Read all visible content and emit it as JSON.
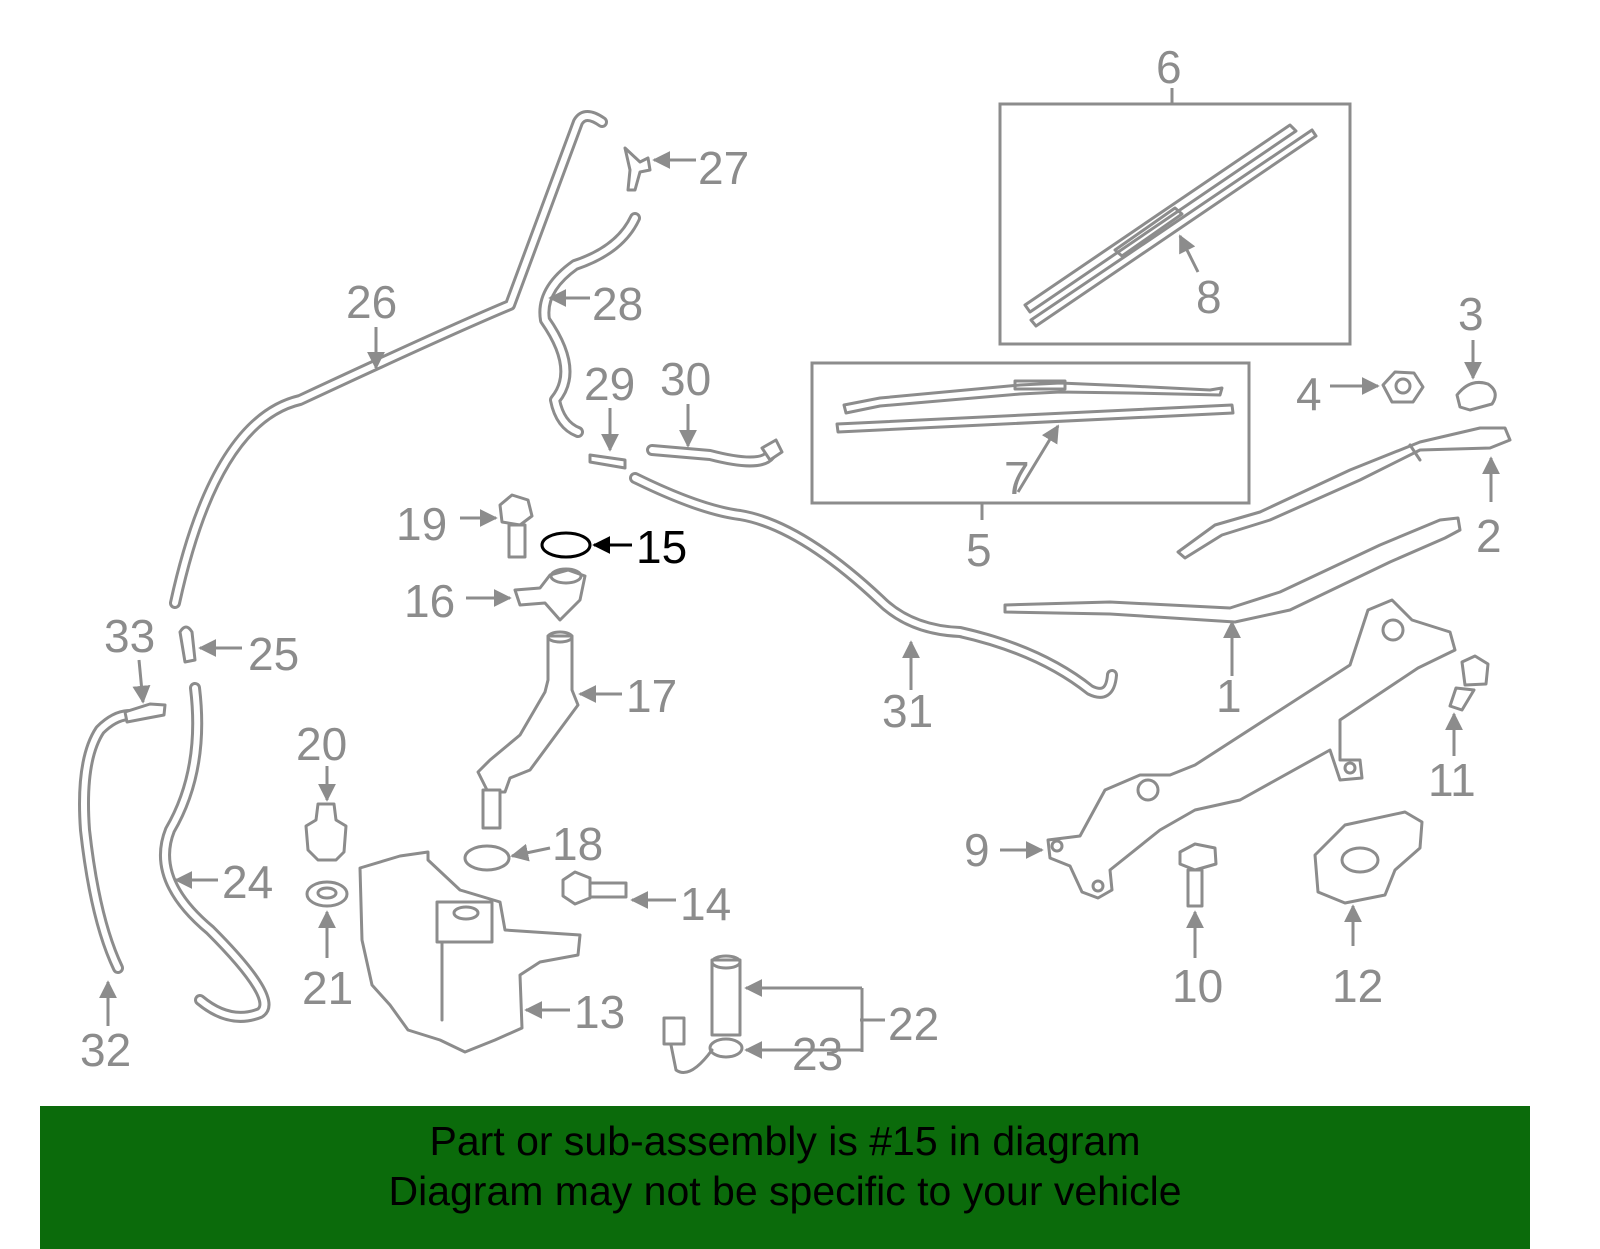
{
  "diagram": {
    "highlighted_part": "15",
    "callouts": [
      "1",
      "2",
      "3",
      "4",
      "5",
      "6",
      "7",
      "8",
      "9",
      "10",
      "11",
      "12",
      "13",
      "14",
      "15",
      "16",
      "17",
      "18",
      "19",
      "20",
      "21",
      "22",
      "23",
      "24",
      "25",
      "26",
      "27",
      "28",
      "29",
      "30",
      "31",
      "32",
      "33"
    ]
  },
  "banner": {
    "line1": "Part or sub-assembly is #15 in diagram",
    "line2": "Diagram may not be specific to your vehicle",
    "background_color": "#0b6b0b"
  },
  "colors": {
    "line_art": "#8c8c8c",
    "highlight": "#000000"
  }
}
